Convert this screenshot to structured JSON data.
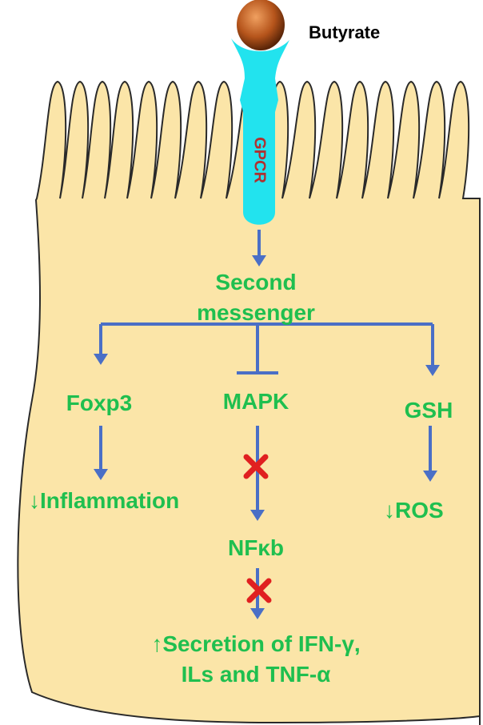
{
  "colors": {
    "cell_fill": "#fbe5a8",
    "cell_stroke": "#2a2a2a",
    "receptor": "#22e3ee",
    "ligand": "#b5541b",
    "arrow": "#4a6fc6",
    "text_green": "#1fbf4f",
    "block_mark": "#e02020",
    "gpcr_text": "#b03030"
  },
  "labels": {
    "ligand": "Butyrate",
    "receptor": "GPCR",
    "second_messenger_line1": "Second",
    "second_messenger_line2": "messenger",
    "foxp3": "Foxp3",
    "mapk": "MAPK",
    "gsh": "GSH",
    "inflammation": "↓Inflammation",
    "ros": "↓ROS",
    "nfkb": "NFκb",
    "secretion_line1": "↑Secretion of IFN-γ,",
    "secretion_line2": "ILs and TNF-α"
  },
  "icons": {
    "ligand": "butyrate-molecule-icon",
    "block": "red-x-icon"
  }
}
